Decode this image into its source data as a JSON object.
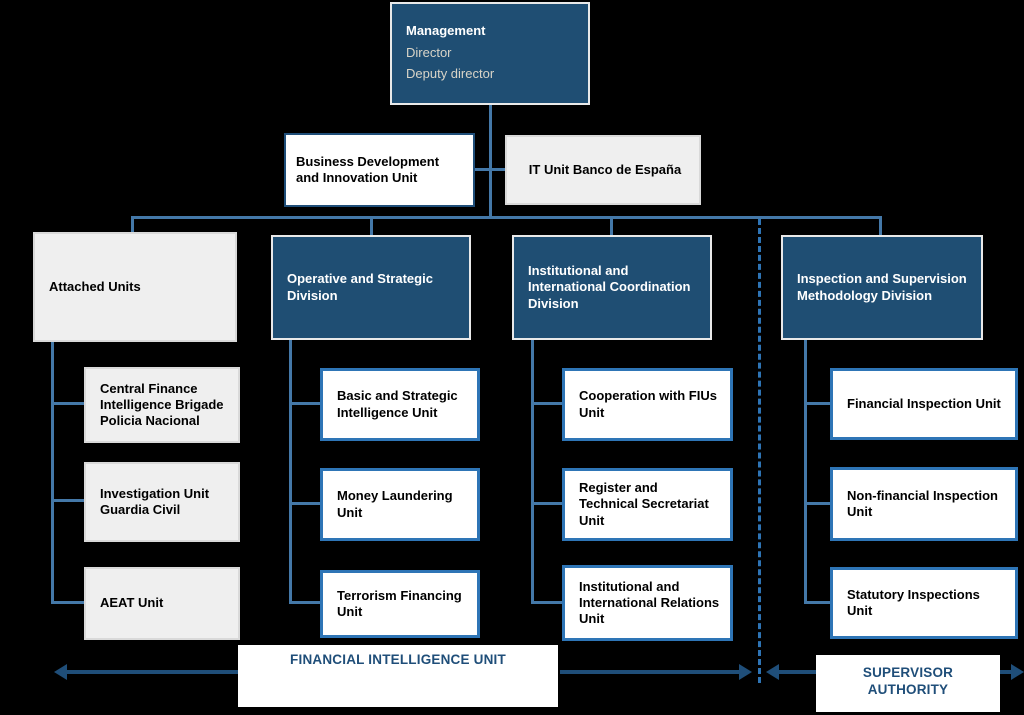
{
  "colors": {
    "dark_box": "#1F4E73",
    "connector_line": "#4478A8",
    "unit_border": "#2E75B6",
    "arrow_and_label": "#1F4E79",
    "gray_box": "#EFEFEF",
    "background": "#000000"
  },
  "management": {
    "title": "Management",
    "director": "Director",
    "deputy_director": "Deputy director"
  },
  "staff_units": {
    "business_dev": "Business Development and Innovation  Unit",
    "it_unit": "IT  Unit  Banco de España"
  },
  "columns": [
    {
      "division": "Attached Units",
      "units": [
        "Central Finance Intelligence Brigade Policia Nacional",
        "Investigation Unit Guardia Civil",
        "AEAT Unit"
      ]
    },
    {
      "division": "Operative and Strategic Division",
      "units": [
        "Basic and Strategic Intelligence Unit",
        "Money Laundering Unit",
        "Terrorism Financing Unit"
      ]
    },
    {
      "division": "Institutional and International Coordination Division",
      "units": [
        "Cooperation with FIUs Unit",
        "Register and Technical Secretariat Unit",
        "Institutional and International Relations Unit"
      ]
    },
    {
      "division": "Inspection and Supervision Methodology Division",
      "units": [
        "Financial Inspection Unit",
        "Non-financial Inspection Unit",
        "Statutory Inspections Unit"
      ]
    }
  ],
  "footer": {
    "fiu_label": "FINANCIAL INTELLIGENCE UNIT",
    "supervisor_label_line1": "SUPERVISOR",
    "supervisor_label_line2": "AUTHORITY"
  }
}
